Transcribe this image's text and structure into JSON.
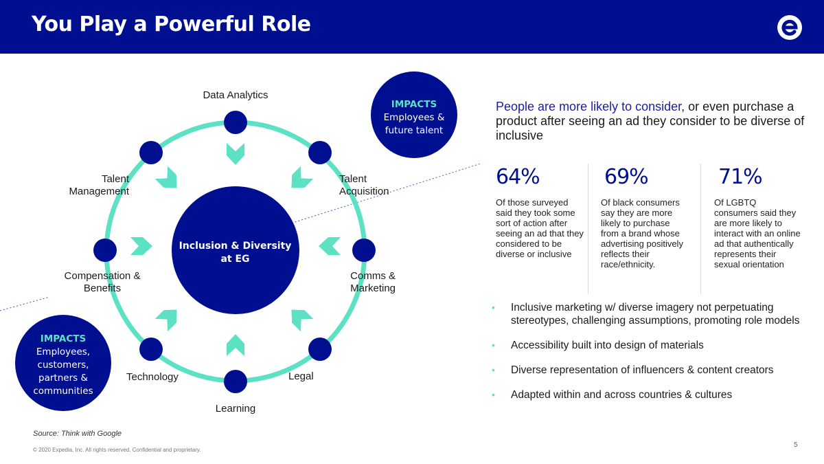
{
  "header": {
    "title": "You Play a Powerful Role"
  },
  "diagram": {
    "center": "Inclusion & Diversity at EG",
    "nodes": {
      "data_analytics": "Data Analytics",
      "talent_acquisition": "Talent Acquisition",
      "comms_marketing": "Comms & Marketing",
      "legal": "Legal",
      "learning": "Learning",
      "technology": "Technology",
      "compensation": "Compensation & Benefits",
      "talent_management": "Talent Management"
    },
    "impacts_top": {
      "heading": "IMPACTS",
      "text": "Employees & future talent"
    },
    "impacts_bottom": {
      "heading": "IMPACTS",
      "text": "Employees, customers, partners & communities"
    }
  },
  "right": {
    "headline_highlight": "People are more likely to consider",
    "headline_rest": ", or even purchase a product after seeing an ad they consider to be diverse of inclusive",
    "stats": [
      {
        "value": "64%",
        "desc": "Of those surveyed said they took some sort of action after seeing an ad that they considered to be diverse or inclusive"
      },
      {
        "value": "69%",
        "desc": "Of black consumers say they are more likely to purchase from a brand whose advertising positively reflects their race/ethnicity."
      },
      {
        "value": "71%",
        "desc": "Of LGBTQ consumers said they are more likely to interact with an online ad that authentically represents their sexual orientation"
      }
    ],
    "bullets": [
      "Inclusive marketing w/ diverse imagery not perpetuating stereotypes, challenging assumptions, promoting role models",
      "Accessibility built into design of materials",
      "Diverse representation of influencers & content creators",
      "Adapted within and across countries & cultures"
    ]
  },
  "footer": {
    "source": "Source: Think with Google",
    "copyright": "© 2020 Expedia, Inc. All rights reserved. Confidential and proprietary.",
    "page": "5"
  },
  "colors": {
    "navy": "#000f8f",
    "teal": "#5ce1c4",
    "headline_blue": "#1c1ca6"
  },
  "icons": {
    "logo": "expedia-logo-icon",
    "bullet": "bullet-dot-icon"
  }
}
